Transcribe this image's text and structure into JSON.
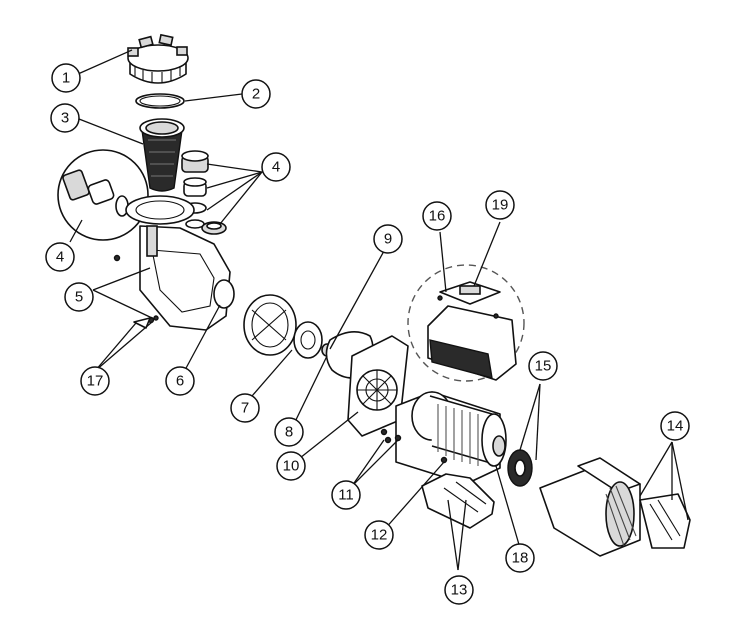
{
  "diagram": {
    "callouts": [
      {
        "id": "c1",
        "label": "1"
      },
      {
        "id": "c2",
        "label": "2"
      },
      {
        "id": "c3",
        "label": "3"
      },
      {
        "id": "c4a",
        "label": "4"
      },
      {
        "id": "c4b",
        "label": "4"
      },
      {
        "id": "c5",
        "label": "5"
      },
      {
        "id": "c6",
        "label": "6"
      },
      {
        "id": "c7",
        "label": "7"
      },
      {
        "id": "c8",
        "label": "8"
      },
      {
        "id": "c9",
        "label": "9"
      },
      {
        "id": "c10",
        "label": "10"
      },
      {
        "id": "c11",
        "label": "11"
      },
      {
        "id": "c12",
        "label": "12"
      },
      {
        "id": "c13",
        "label": "13"
      },
      {
        "id": "c14",
        "label": "14"
      },
      {
        "id": "c15",
        "label": "15"
      },
      {
        "id": "c16",
        "label": "16"
      },
      {
        "id": "c17",
        "label": "17"
      },
      {
        "id": "c18",
        "label": "18"
      },
      {
        "id": "c19",
        "label": "19"
      }
    ]
  }
}
